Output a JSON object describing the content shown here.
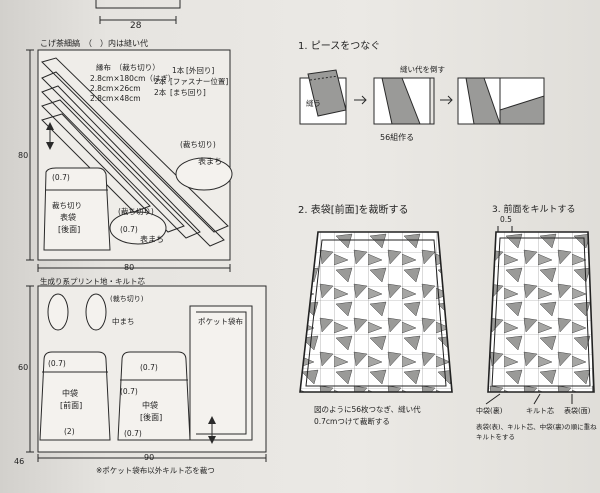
{
  "top_dim": "28",
  "page_number": "46",
  "upper_diagram": {
    "header": "こげ茶細縞　（　）内は縫い代",
    "bias_title": "縁布　（裁ち切り）",
    "bias_rows": [
      {
        "size": "2.8cm×180cm（はぎ）",
        "qty": "1本",
        "use": "[外回り]"
      },
      {
        "size": "2.8cm×26cm",
        "qty": "2本",
        "use": "[ファスナー位置]"
      },
      {
        "size": "2.8cm×48cm",
        "qty": "2本",
        "use": "[まち回り]"
      }
    ],
    "outer_back": {
      "seam": "(0.7)",
      "label1": "裁ち切り",
      "label2": "表袋",
      "label3": "[後面]"
    },
    "gusset_right": {
      "cut": "(裁ち切り)",
      "label": "表まち"
    },
    "gusset_left": {
      "cut": "(裁ち切り)",
      "seam": "(0.7)",
      "label": "表まち"
    },
    "height_dim": "80",
    "width_dim": "80"
  },
  "lower_diagram": {
    "header": "生成り系プリント地・キルト芯",
    "gusset_cut": "(裁ち切り)",
    "gusset_label": "中まち",
    "pocket_label": "ポケット袋布",
    "inner_front": {
      "seam_top": "(0.7)",
      "label1": "中袋",
      "label2": "[前面]",
      "seam_bottom": "(2)"
    },
    "inner_back": {
      "seam_top": "(0.7)",
      "seam_left": "(0.7)",
      "label1": "中袋",
      "label2": "[後面]",
      "seam_bottom": "(0.7)"
    },
    "height_dim": "60",
    "width_dim": "90",
    "footnote": "※ポケット袋布以外キルト芯を裁つ"
  },
  "step1": {
    "title": "1. ピースをつなぐ",
    "seam_label": "縫い代を倒す",
    "sew_label": "縫う",
    "caption": "56組作る"
  },
  "step2": {
    "title": "2. 表袋[前面]を裁断する",
    "caption_line1": "図のように56枚つなぎ、縫い代",
    "caption_line2": "0.7cmつけて裁断する"
  },
  "step3": {
    "title": "3. 前面をキルトする",
    "dim": "0.5",
    "label_inner": "中袋(裏)",
    "label_quilt": "キルト芯",
    "label_outer": "表袋(面)",
    "caption_line1": "表袋(表)、キルト芯、中袋(裏)の順に重ね",
    "caption_line2": "キルトをする"
  },
  "colors": {
    "line": "#2a2a2a",
    "shade": "#9a9a98",
    "paper": "#ebe9e5"
  }
}
